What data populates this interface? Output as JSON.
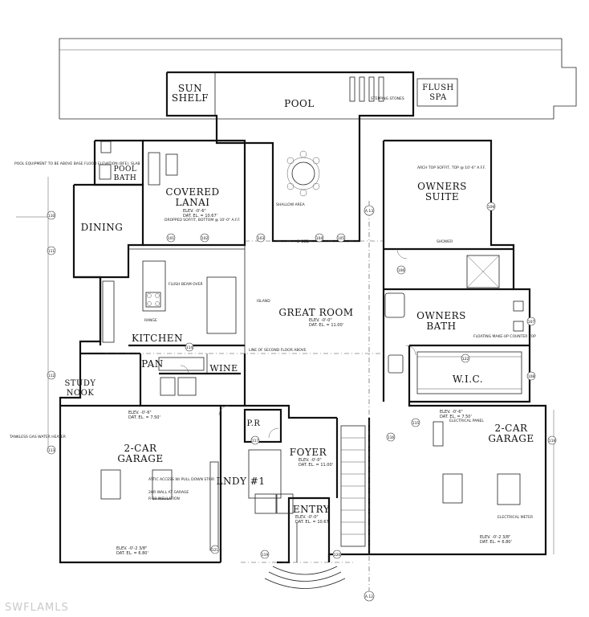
{
  "rooms": {
    "sun_shelf": [
      "SUN",
      "SHELF"
    ],
    "pool": "POOL",
    "flush_spa": [
      "FLUSH",
      "SPA"
    ],
    "pool_bath": [
      "POOL",
      "BATH"
    ],
    "covered_lanai": [
      "COVERED",
      "LANAI"
    ],
    "owners_suite": [
      "OWNERS",
      "SUITE"
    ],
    "dining": "DINING",
    "great_room": "GREAT ROOM",
    "owners_bath": [
      "OWNERS",
      "BATH"
    ],
    "kitchen": "KITCHEN",
    "pan": "PAN",
    "wine": "WINE",
    "wic": "W.I.C.",
    "study_nook": [
      "STUDY",
      "NOOK"
    ],
    "garage_left": [
      "2-CAR",
      "GARAGE"
    ],
    "garage_right": [
      "2-CAR",
      "GARAGE"
    ],
    "pr": "P.R",
    "foyer": "FOYER",
    "lndy": "LNDY #1",
    "entry": "ENTRY"
  },
  "elevations": {
    "lanai": [
      "ELEV. -0'-6\"",
      "DAT. EL. = 10.67'"
    ],
    "great_room": [
      "ELEV. -0'-0\"",
      "DAT. EL. = 11.00'"
    ],
    "garage_left": [
      "ELEV. -0'-6\"",
      "DAT. EL. = 7.50'"
    ],
    "garage_left_bottom": [
      "ELEV. -0'-2 3/8\"",
      "DAT. EL. = 6.80'"
    ],
    "garage_right_top": [
      "ELEV. -0'-6\"",
      "DAT. EL. = 7.50'"
    ],
    "garage_right_bottom": [
      "ELEV. -0'-2 3/8\"",
      "DAT. EL. = 6.80'"
    ],
    "foyer": [
      "ELEV. -0'-0\"",
      "DAT. EL. = 11.00'"
    ],
    "entry": [
      "ELEV. -0'-0\"",
      "DAT. EL. = 10.67'"
    ]
  },
  "notes": {
    "shallow_area": "SHALLOW AREA",
    "stepping_stones": "STEPPING STONES",
    "pool_equipment": "POOL EQUIPMENT TO BE ABOVE BASE FLOOD ELEVATION (BFE). SLAB",
    "drop_soffit_lanai": "DROPPED SOFFIT, BOTTOM @ 10'-0\" A.F.F.",
    "arch_top_soffit": "ARCH TOP SOFFIT, TOP @ 10'-6\" A.F.F.",
    "flush_beam": "FLUSH BEAM OVER",
    "island": "ISLAND",
    "range": "RANGE",
    "line_of_ceiling": "LINE OF SECOND FLOOR ABOVE",
    "tankless": "TANKLESS GAS WATER HEATER",
    "attic_access": "ATTIC ACCESS W/ PULL DOWN STAIR",
    "fire_wall": "2HR WALL AT GARAGE",
    "insulation": "R-19 INSULATION",
    "electrical_meter": "ELECTRICAL METER",
    "electrical_panel": "ELECTRICAL PANEL",
    "shower": "SHOWER",
    "floating_bench": "FLOATING MAKE-UP COUNTER TOP",
    "bed_8ft": "8' BED"
  },
  "tags": [
    "101",
    "102",
    "103",
    "104",
    "105",
    "106",
    "107",
    "108",
    "109",
    "110",
    "111",
    "112",
    "113",
    "114",
    "115",
    "116",
    "117",
    "118",
    "119",
    "120",
    "121",
    "122",
    "A.13",
    "A.12"
  ],
  "watermark": "SWFLAMLS"
}
